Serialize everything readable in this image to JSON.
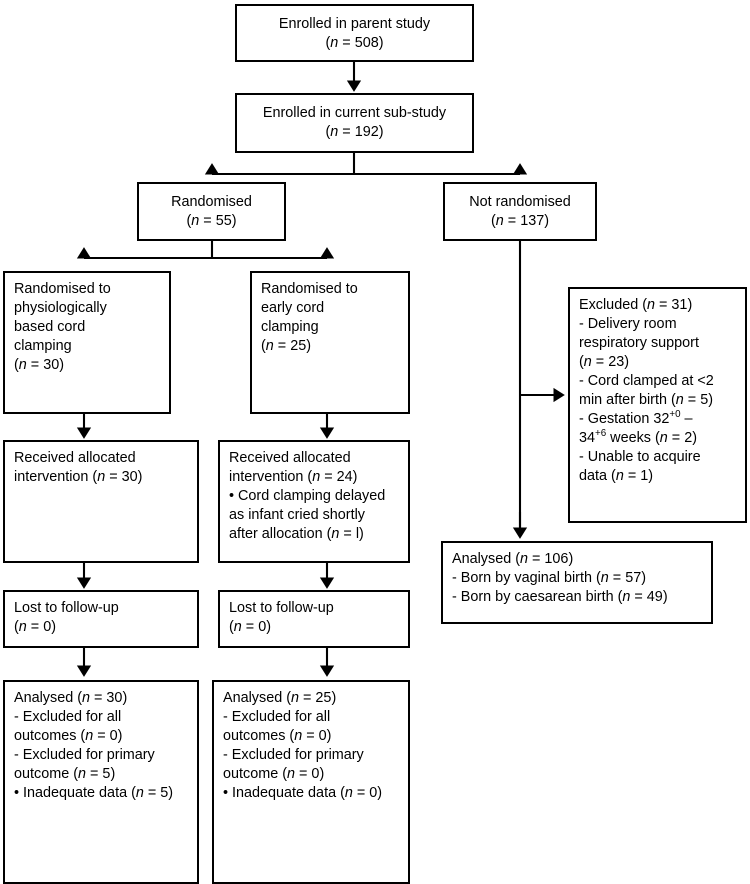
{
  "diagram": {
    "type": "consort-flow-diagram",
    "title": "CONSORT participant flow diagram",
    "line_color": "#000000",
    "box_border_color": "#000000",
    "background_color": "#ffffff",
    "n_label": "n",
    "bullet_glyph": "•",
    "dash_glyph": "-",
    "nodes": {
      "enrolled_parent": {
        "name": "enrolled-in-parent-study",
        "lines": [
          {
            "text": "Enrolled in parent study"
          },
          {
            "prefix": "(",
            "var": "n",
            "eq": " = ",
            "value": "508",
            "suffix": ")"
          }
        ]
      },
      "enrolled_substudy": {
        "name": "enrolled-in-current-sub-study",
        "lines": [
          {
            "text": "Enrolled in current sub-study"
          },
          {
            "prefix": "(",
            "var": "n",
            "eq": " = ",
            "value": "192",
            "suffix": ")"
          }
        ]
      },
      "randomised": {
        "name": "randomised",
        "lines": [
          {
            "text": "Randomised"
          },
          {
            "prefix": "(",
            "var": "n",
            "eq": " = ",
            "value": "55",
            "suffix": ")"
          }
        ]
      },
      "not_randomised": {
        "name": "not-randomised",
        "lines": [
          {
            "text": "Not randomised"
          },
          {
            "prefix": "(",
            "var": "n",
            "eq": " = ",
            "value": "137",
            "suffix": ")"
          }
        ]
      },
      "alloc_pbcc": {
        "name": "randomised-to-physiologically-based-cord-clamping",
        "lines": [
          {
            "text": "Randomised to"
          },
          {
            "text": "physiologically"
          },
          {
            "text": "based cord"
          },
          {
            "text": "clamping"
          },
          {
            "prefix": "(",
            "var": "n",
            "eq": " = ",
            "value": "30",
            "suffix": ")"
          }
        ]
      },
      "alloc_ecc": {
        "name": "randomised-to-early-cord-clamping",
        "lines": [
          {
            "text": "Randomised to"
          },
          {
            "text": "early cord"
          },
          {
            "text": "clamping"
          },
          {
            "prefix": "(",
            "var": "n",
            "eq": " = ",
            "value": "25",
            "suffix": ")"
          }
        ]
      },
      "received_pbcc": {
        "name": "received-allocated-intervention-pbcc",
        "lines": [
          {
            "text": "Received allocated"
          },
          {
            "text": "intervention (",
            "var": "n",
            "eq": " = ",
            "value": "30",
            "suffix": ")"
          }
        ]
      },
      "received_ecc": {
        "name": "received-allocated-intervention-ecc",
        "lines": [
          {
            "text": "Received allocated"
          },
          {
            "text": "intervention (",
            "var": "n",
            "eq": " = ",
            "value": "24",
            "suffix": ")"
          },
          {
            "text": "• Cord clamping delayed"
          },
          {
            "text": "as infant cried shortly"
          },
          {
            "text": "after allocation (",
            "var": "n",
            "eq": " = ",
            "value": "l",
            "suffix": ")"
          }
        ]
      },
      "lost_pbcc": {
        "name": "lost-to-follow-up-pbcc",
        "lines": [
          {
            "text": "Lost to follow-up"
          },
          {
            "prefix": "(",
            "var": "n",
            "eq": " = ",
            "value": "0",
            "suffix": ")"
          }
        ]
      },
      "lost_ecc": {
        "name": "lost-to-follow-up-ecc",
        "lines": [
          {
            "text": "Lost to follow-up"
          },
          {
            "prefix": "(",
            "var": "n",
            "eq": " = ",
            "value": "0",
            "suffix": ")"
          }
        ]
      },
      "analysed_pbcc": {
        "name": "analysed-pbcc",
        "lines": [
          {
            "text": "Analysed (",
            "var": "n",
            "eq": " = ",
            "value": "30",
            "suffix": ")"
          },
          {
            "text": "- Excluded for all"
          },
          {
            "text": "outcomes (",
            "var": "n",
            "eq": " = ",
            "value": "0",
            "suffix": ")"
          },
          {
            "text": "- Excluded for primary"
          },
          {
            "text": "outcome (",
            "var": "n",
            "eq": " = ",
            "value": "5",
            "suffix": ")"
          },
          {
            "text": "• Inadequate data (",
            "var": "n",
            "eq": " = ",
            "value": "5",
            "suffix": ")"
          }
        ]
      },
      "analysed_ecc": {
        "name": "analysed-ecc",
        "lines": [
          {
            "text": "Analysed (",
            "var": "n",
            "eq": " = ",
            "value": "25",
            "suffix": ")"
          },
          {
            "text": "- Excluded for all"
          },
          {
            "text": "outcomes (",
            "var": "n",
            "eq": " = ",
            "value": "0",
            "suffix": ")"
          },
          {
            "text": "- Excluded for primary"
          },
          {
            "text": "outcome (",
            "var": "n",
            "eq": " = ",
            "value": "0",
            "suffix": ")"
          },
          {
            "text": "• Inadequate data (",
            "var": "n",
            "eq": " = ",
            "value": "0",
            "suffix": ")"
          }
        ]
      },
      "excluded": {
        "name": "excluded-not-randomised",
        "lines": [
          {
            "text": "Excluded (",
            "var": "n",
            "eq": " = ",
            "value": "31",
            "suffix": ")"
          },
          {
            "text": "- Delivery room"
          },
          {
            "text": "respiratory support"
          },
          {
            "prefix": "(",
            "var": "n",
            "eq": " = ",
            "value": "23",
            "suffix": ")"
          },
          {
            "text": "- Cord clamped at <2"
          },
          {
            "text": "min after birth (",
            "var": "n",
            "eq": " = ",
            "value": "5",
            "suffix": ")"
          },
          {
            "text": "- Gestation 32",
            "sup": "+0",
            "text2": " –"
          },
          {
            "text": "34",
            "sup": "+6",
            "text2": " weeks (",
            "var": "n",
            "eq": " = ",
            "value": "2",
            "suffix": ")"
          },
          {
            "text": "- Unable to acquire"
          },
          {
            "text": "data (",
            "var": "n",
            "eq": " = ",
            "value": "1",
            "suffix": ")"
          }
        ]
      },
      "analysed_not_randomised": {
        "name": "analysed-not-randomised",
        "lines": [
          {
            "text": "Analysed (",
            "var": "n",
            "eq": " = ",
            "value": "106",
            "suffix": ")"
          },
          {
            "text": "- Born by vaginal birth (",
            "var": "n",
            "eq": " = ",
            "value": "57",
            "suffix": ")"
          },
          {
            "text": "- Born by caesarean birth (",
            "var": "n",
            "eq": " = ",
            "value": "49",
            "suffix": ")"
          }
        ]
      }
    }
  }
}
